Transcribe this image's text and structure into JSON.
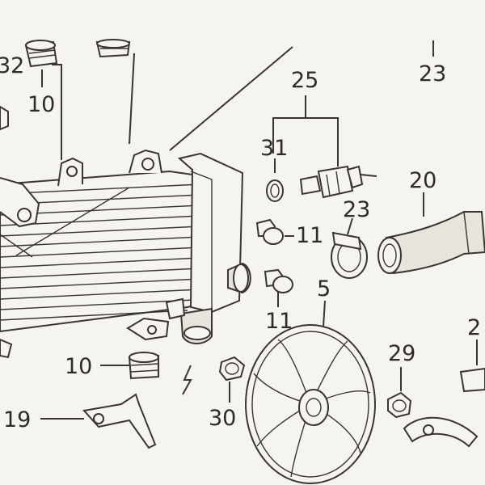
{
  "callouts": [
    {
      "id": "c32",
      "text": "32"
    },
    {
      "id": "c10a",
      "text": "10"
    },
    {
      "id": "c25",
      "text": "25"
    },
    {
      "id": "c23a",
      "text": "23"
    },
    {
      "id": "c31",
      "text": "31"
    },
    {
      "id": "c20",
      "text": "20"
    },
    {
      "id": "c23b",
      "text": "23"
    },
    {
      "id": "c11a",
      "text": "11"
    },
    {
      "id": "c5",
      "text": "5"
    },
    {
      "id": "c11b",
      "text": "11"
    },
    {
      "id": "c2",
      "text": "2"
    },
    {
      "id": "c29",
      "text": "29"
    },
    {
      "id": "c10b",
      "text": "10"
    },
    {
      "id": "c19",
      "text": "19"
    },
    {
      "id": "c30",
      "text": "30"
    }
  ]
}
